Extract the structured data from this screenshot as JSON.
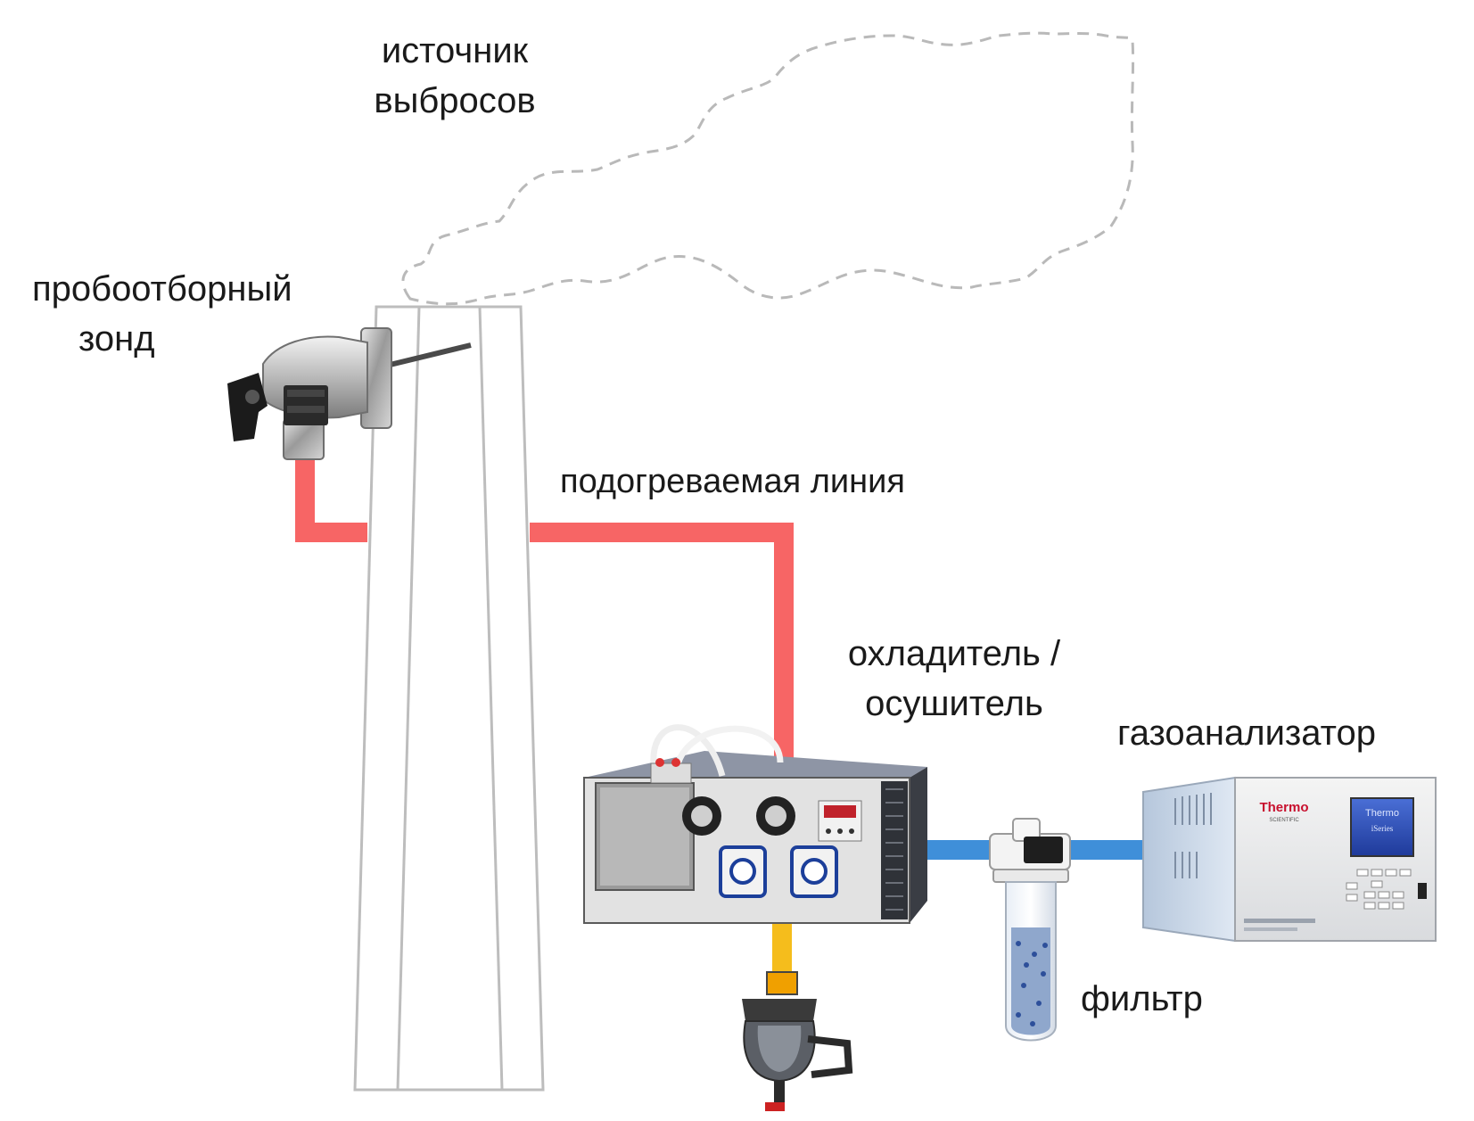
{
  "labels": {
    "emission_source": [
      "источник",
      "выбросов"
    ],
    "sampling_probe": [
      "пробоотборный",
      "зонд"
    ],
    "heated_line": "подогреваемая линия",
    "cooler_dryer": [
      "охладитель /",
      "осушитель"
    ],
    "gas_analyzer": "газоанализатор",
    "filter": "фильтр"
  },
  "analyzer_brand": {
    "logo_word": "Thermo",
    "logo_sub": "SCIENTIFIC",
    "screen_word": "Thermo",
    "screen_sub": "iSeries"
  },
  "colors": {
    "heated_line": "#f76565",
    "sample_line": "#3f8fd9",
    "drain_line": "#f5bd1c",
    "stack_outline": "#bdbdbd",
    "plume_outline": "#b9b9b9"
  }
}
